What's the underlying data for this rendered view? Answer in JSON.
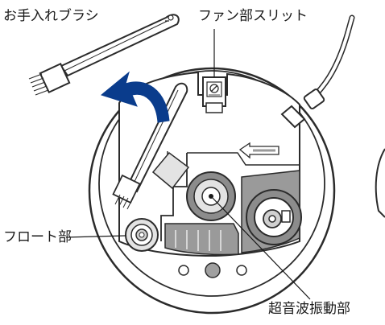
{
  "labels": {
    "brush": "お手入れブラシ",
    "fan_slit": "ファン部スリット",
    "float": "フロート部",
    "ultrasonic": "超音波振動部"
  },
  "colors": {
    "outline": "#2b2b2b",
    "body_fill": "#ffffff",
    "recess_fill": "#e3e3e3",
    "dark_part": "#8c8c8c",
    "arrow_blue": "#0a3c8c",
    "leader_line": "#1a1a1a"
  },
  "icons": [
    "curved-arrow-icon",
    "warning-sticker-icon",
    "drain-direction-arrow-icon"
  ]
}
